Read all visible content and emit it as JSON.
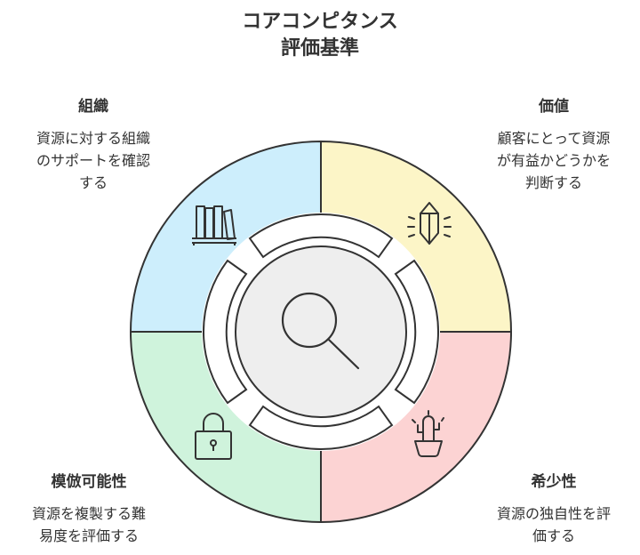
{
  "title": {
    "line1": "コアコンピタンス",
    "line2": "評価基準"
  },
  "quadrants": {
    "organization": {
      "title": "組織",
      "desc_lines": [
        "資源に対する組織",
        "のサポートを確認",
        "する"
      ],
      "icon": "books-icon",
      "color": "#cdeefc"
    },
    "value": {
      "title": "価値",
      "desc_lines": [
        "顧客にとって資源",
        "が有益かどうかを",
        "判断する"
      ],
      "icon": "crystal-icon",
      "color": "#fcf5c7"
    },
    "imitability": {
      "title": "模倣可能性",
      "desc_lines": [
        "資源を複製する難",
        "易度を評価する"
      ],
      "icon": "lock-icon",
      "color": "#cff3dc"
    },
    "rarity": {
      "title": "希少性",
      "desc_lines": [
        "資源の独自性を評",
        "価する"
      ],
      "icon": "cactus-icon",
      "color": "#fcd3d3"
    }
  },
  "center": {
    "icon": "magnifier-icon",
    "color": "#eeeeee"
  },
  "colors": {
    "stroke": "#333333",
    "text": "#333333"
  }
}
